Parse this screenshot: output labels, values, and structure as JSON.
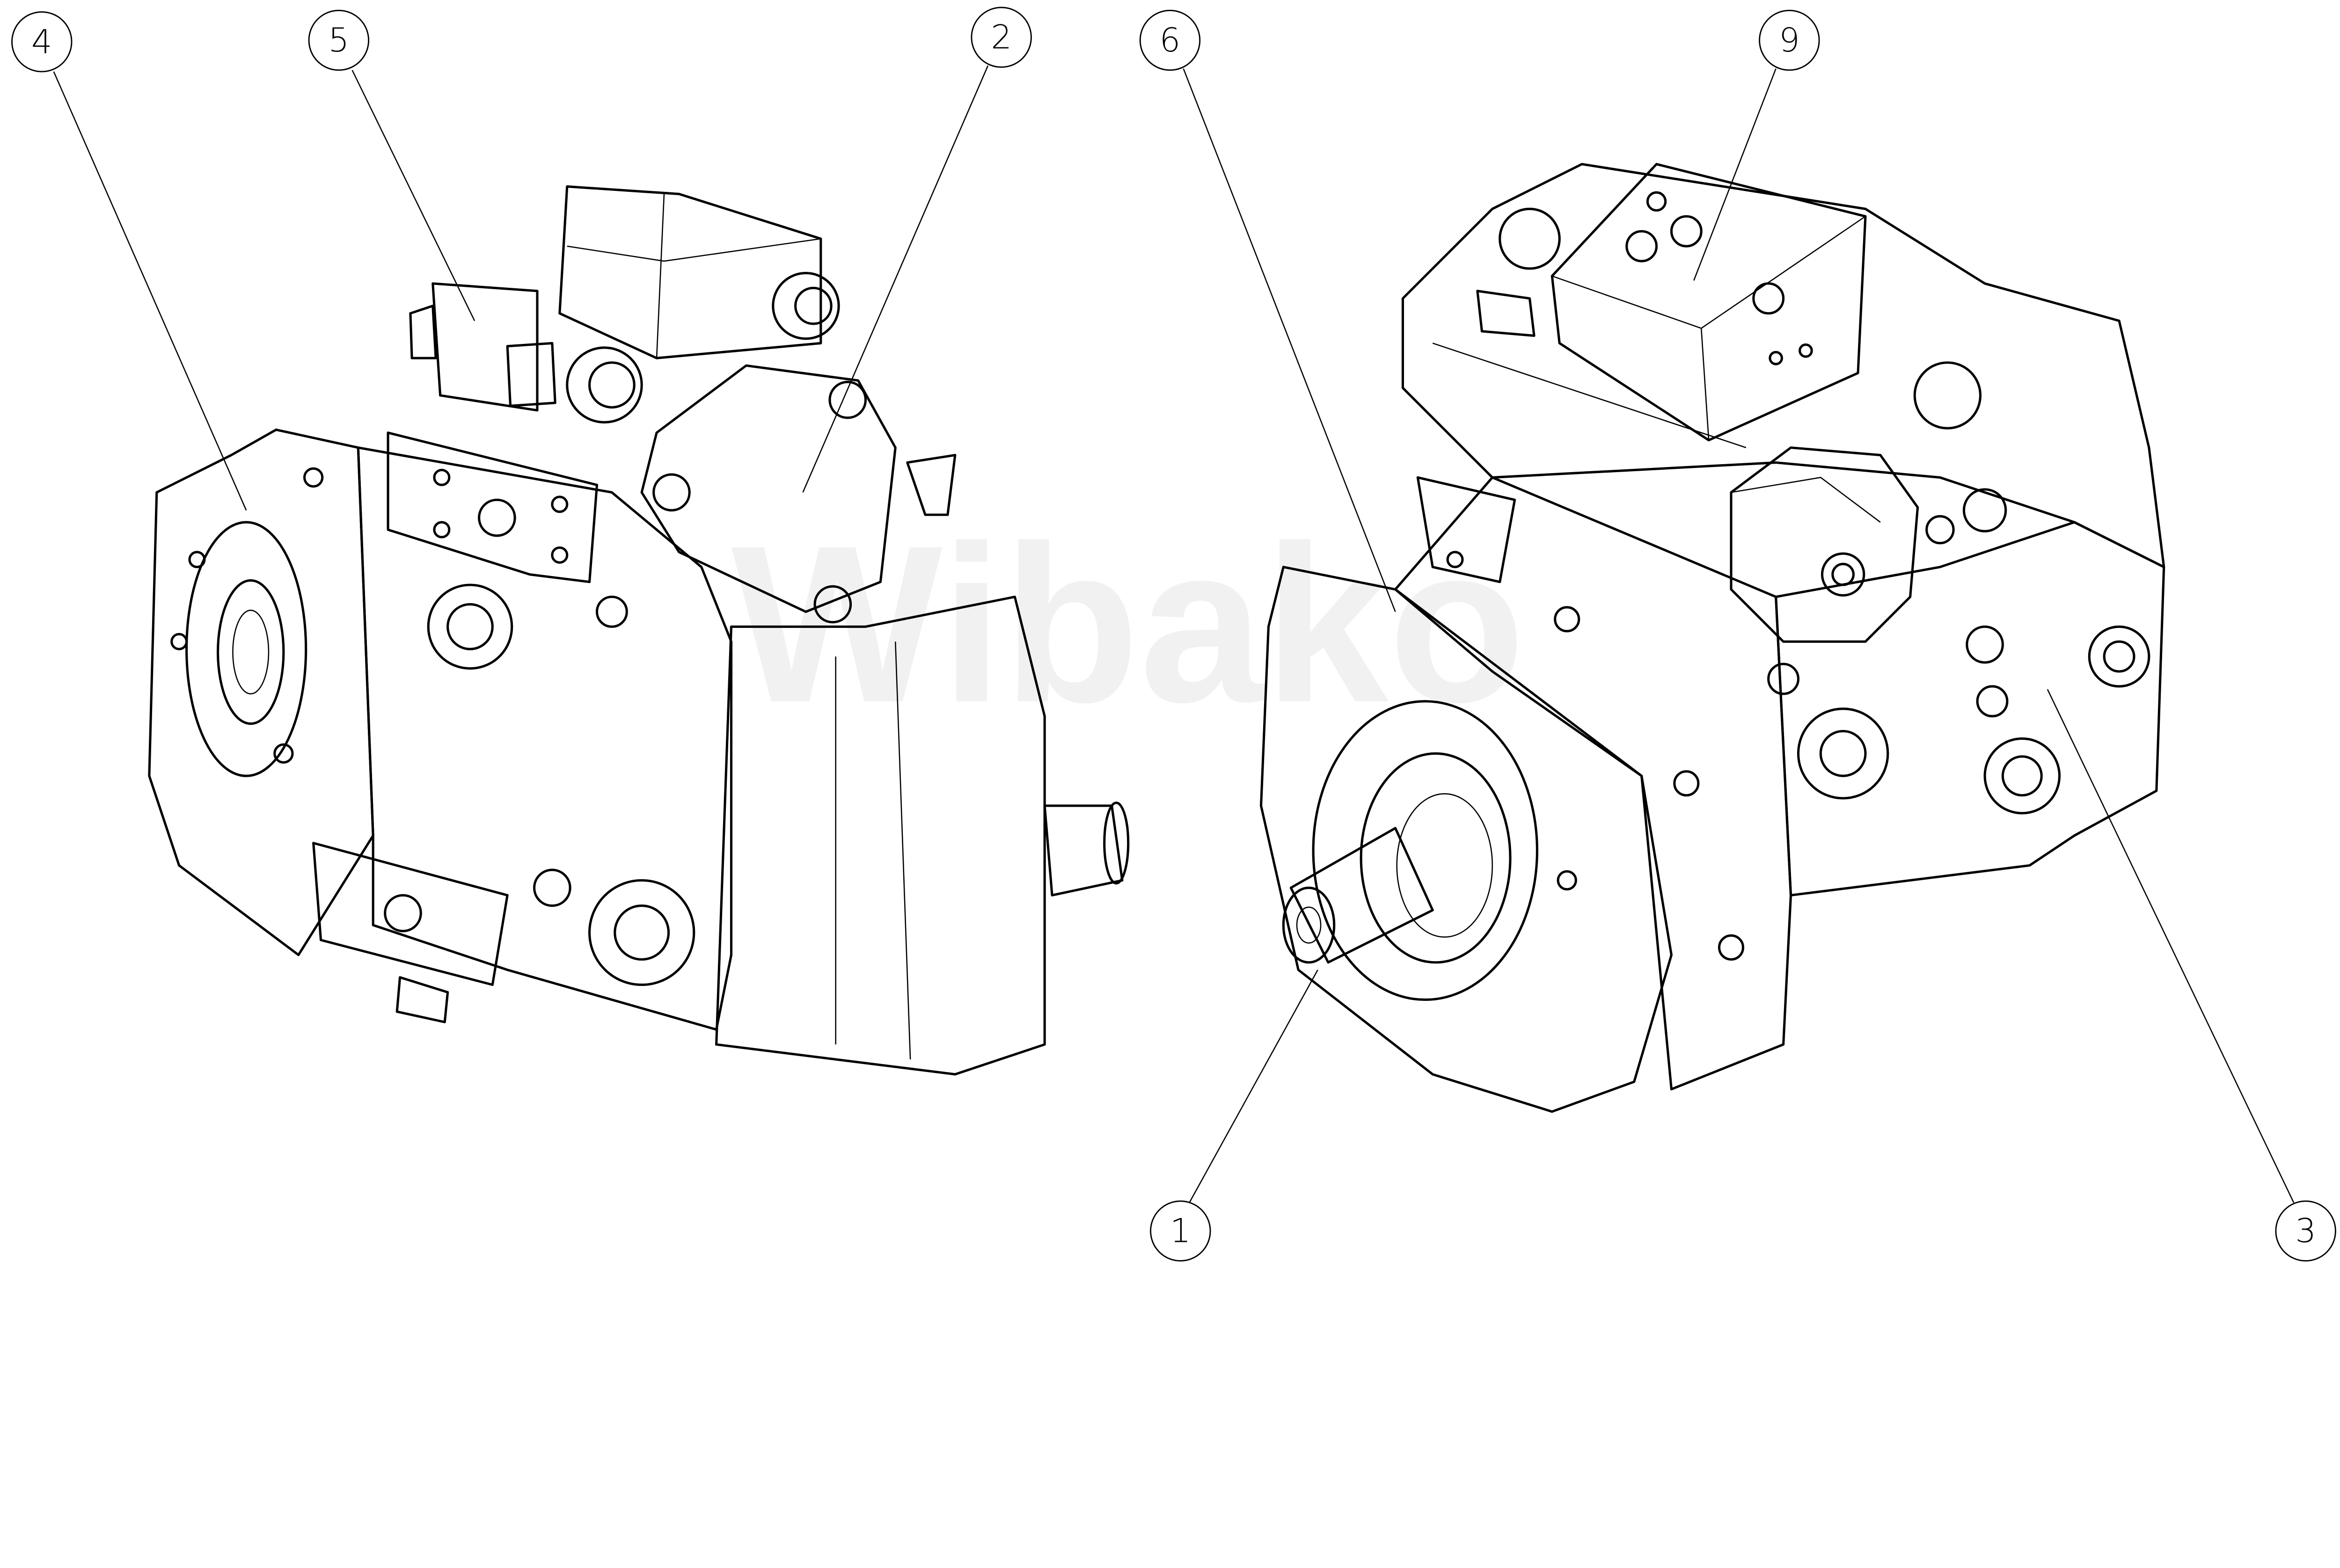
{
  "watermark": "Wibako",
  "callouts": [
    {
      "label": "4"
    },
    {
      "label": "5"
    },
    {
      "label": "2"
    },
    {
      "label": "6"
    },
    {
      "label": "9"
    },
    {
      "label": "1"
    },
    {
      "label": "3"
    }
  ],
  "colors": {
    "line": "#000000",
    "background": "#ffffff"
  }
}
